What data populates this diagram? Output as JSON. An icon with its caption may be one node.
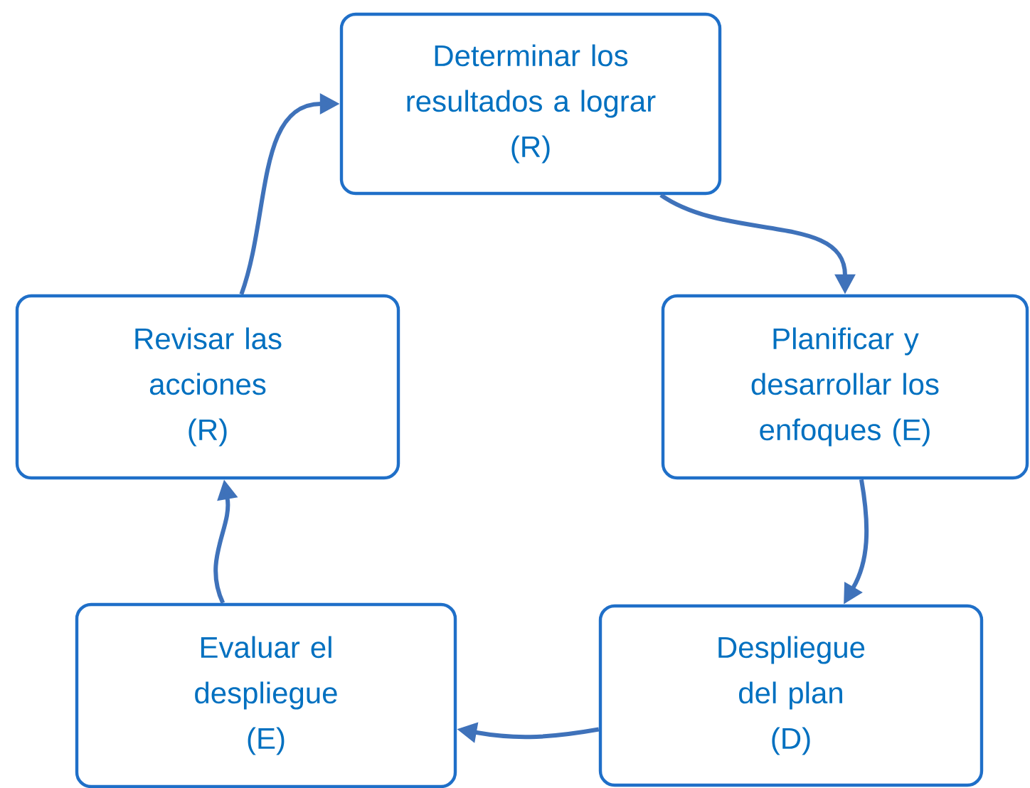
{
  "diagram": {
    "nodes": [
      {
        "text": [
          "Determinar los resultados a lograr",
          "(R)"
        ]
      },
      {
        "text": [
          "Planificar y desarrollar los enfoques (E)"
        ]
      },
      {
        "text": [
          "Despliegue del plan",
          "(D)"
        ]
      },
      {
        "text": [
          "Evaluar el despliegue",
          "(E)"
        ]
      },
      {
        "text": [
          "Revisar las acciones",
          "(R)"
        ]
      }
    ],
    "edges": [
      {
        "from": 0,
        "to": 1,
        "arrow": "to"
      },
      {
        "from": 1,
        "to": 2,
        "arrow": "to"
      },
      {
        "from": 2,
        "to": 3,
        "arrow": "to"
      },
      {
        "from": 3,
        "to": 4,
        "arrow": "to"
      },
      {
        "from": 4,
        "to": 0,
        "arrow": "to"
      }
    ]
  }
}
